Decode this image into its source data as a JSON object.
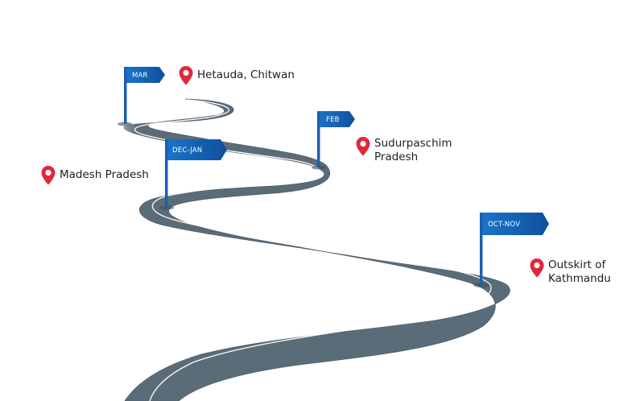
{
  "colors": {
    "road": "#5b6c79",
    "road_edge": "#4a5a66",
    "lane": "#ffffff",
    "flag": "#1565c0",
    "pole": "#1b5fb0",
    "pin": "#e0283a"
  },
  "milestones": [
    {
      "month": "MAR",
      "location": [
        "Hetauda, Chitwan"
      ]
    },
    {
      "month": "FEB",
      "location": [
        "Sudurpaschim",
        "Pradesh"
      ]
    },
    {
      "month": "DEC-JAN",
      "location": [
        "Madesh Pradesh"
      ]
    },
    {
      "month": "OCT-NOV",
      "location": [
        "Outskirt of",
        "Kathmandu"
      ]
    }
  ]
}
